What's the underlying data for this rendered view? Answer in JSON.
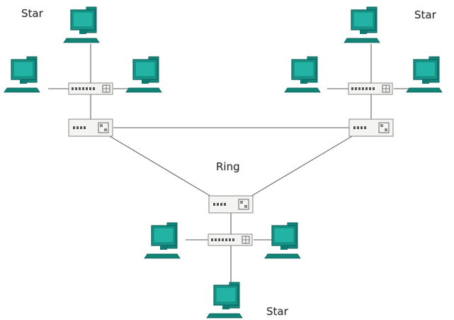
{
  "labels": {
    "star_top_left": "Star",
    "star_top_right": "Star",
    "ring": "Ring",
    "star_bottom": "Star"
  },
  "colors": {
    "monitor": "#1a9a8e",
    "monitor_dark": "#0b5f57",
    "screen": "#1fae9f",
    "device": "#f4f4f2",
    "device_border": "#8a8a8a",
    "line": "#7a7a7a"
  }
}
